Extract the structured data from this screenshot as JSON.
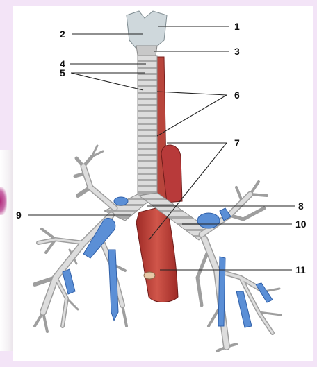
{
  "diagram": {
    "labels": [
      "1",
      "2",
      "3",
      "4",
      "5",
      "6",
      "7",
      "8",
      "9",
      "10",
      "11"
    ]
  },
  "colors": {
    "background": "#f3e4f7",
    "panel": "#ffffff",
    "airway": "#d9d9d9",
    "airway_shade": "#9a9a9a",
    "artery": "#b83a3a",
    "artery_light": "#d86a5a",
    "vein": "#5b8fd6",
    "leader": "#222222"
  },
  "icons": [
    "tracheobronchial-tree-illustration"
  ]
}
